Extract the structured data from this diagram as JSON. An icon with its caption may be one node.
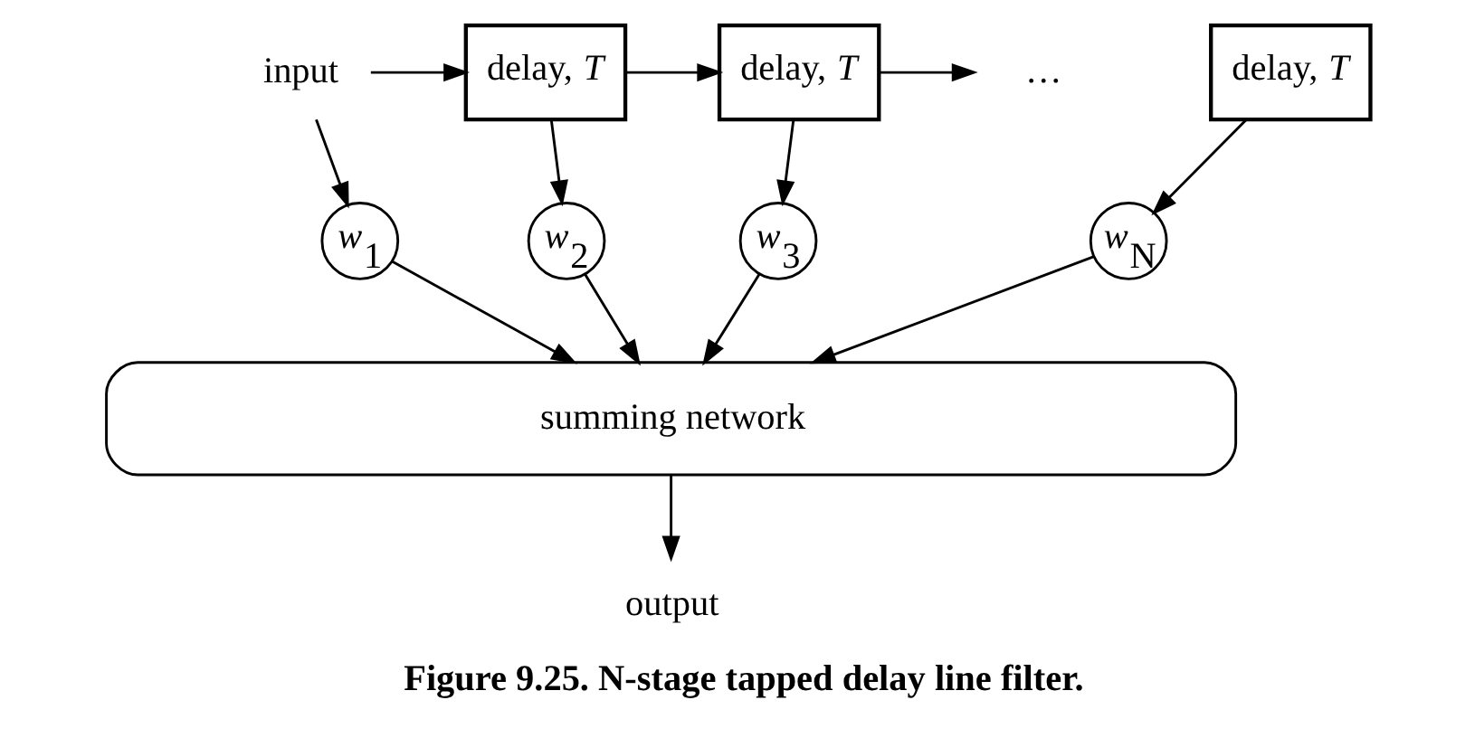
{
  "diagram": {
    "caption": "Figure 9.25. N-stage tapped delay line filter.",
    "nodes": [
      {
        "text": [
          "input"
        ]
      },
      {
        "text": [
          "delay, *T*"
        ]
      },
      {
        "text": [
          "delay, *T*"
        ]
      },
      {
        "text": [
          "…"
        ]
      },
      {
        "text": [
          "delay, *T*"
        ]
      },
      {
        "text": [
          "*w*$_{1}$"
        ]
      },
      {
        "text": [
          "*w*$_{2}$"
        ]
      },
      {
        "text": [
          "*w*$_{3}$"
        ]
      },
      {
        "text": [
          "*w*$_{N}$"
        ]
      },
      {
        "text": [
          "summing network"
        ]
      },
      {
        "text": [
          "output"
        ]
      }
    ],
    "edges": [
      {
        "from": 0,
        "to": 1,
        "arrow": "to"
      },
      {
        "from": 0,
        "to": 5,
        "arrow": "to"
      },
      {
        "from": 1,
        "to": 2,
        "arrow": "to"
      },
      {
        "from": 1,
        "to": 6,
        "arrow": "to"
      },
      {
        "from": 2,
        "to": 3,
        "arrow": "to"
      },
      {
        "from": 2,
        "to": 7,
        "arrow": "to"
      },
      {
        "from": 4,
        "to": 8,
        "arrow": "to"
      },
      {
        "from": 5,
        "to": 9,
        "arrow": "to"
      },
      {
        "from": 6,
        "to": 9,
        "arrow": "to"
      },
      {
        "from": 7,
        "to": 9,
        "arrow": "to"
      },
      {
        "from": 8,
        "to": 9,
        "arrow": "to"
      },
      {
        "from": 9,
        "to": 10,
        "arrow": "to"
      }
    ]
  }
}
